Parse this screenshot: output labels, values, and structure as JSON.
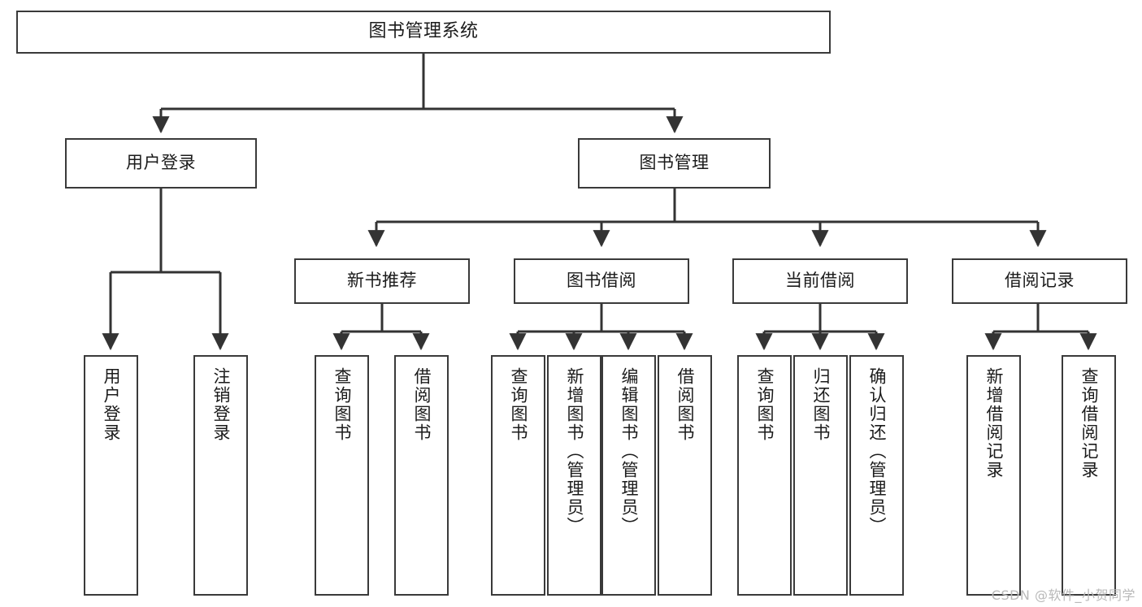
{
  "diagram": {
    "title": "图书管理系统",
    "type": "tree",
    "watermark": "CSDN @软件_小贺同学",
    "colors": {
      "box_border": "#3a3a3a",
      "box_fill": "#ffffff",
      "connector": "#333333",
      "text": "#1b1b1b",
      "watermark": "#b9b9b9"
    },
    "root": {
      "label": "图书管理系统"
    },
    "level2": [
      {
        "label": "用户登录"
      },
      {
        "label": "图书管理"
      }
    ],
    "level3": [
      {
        "label": "新书推荐"
      },
      {
        "label": "图书借阅"
      },
      {
        "label": "当前借阅"
      },
      {
        "label": "借阅记录"
      }
    ],
    "leaves": {
      "user_login": [
        {
          "label": "用户登录"
        },
        {
          "label": "注销登录"
        }
      ],
      "new_book": [
        {
          "label": "查询图书"
        },
        {
          "label": "借阅图书"
        }
      ],
      "book_borrow": [
        {
          "label": "查询图书"
        },
        {
          "label": "新增图书（管理员）"
        },
        {
          "label": "编辑图书（管理员）"
        },
        {
          "label": "借阅图书"
        }
      ],
      "current_borrow": [
        {
          "label": "查询图书"
        },
        {
          "label": "归还图书"
        },
        {
          "label": "确认归还（管理员）"
        }
      ],
      "borrow_record": [
        {
          "label": "新增借阅记录"
        },
        {
          "label": "查询借阅记录"
        }
      ]
    }
  }
}
